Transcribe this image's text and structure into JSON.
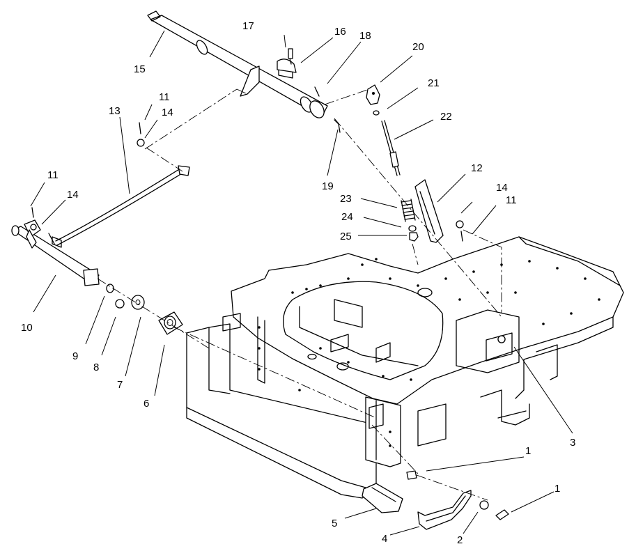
{
  "callouts": [
    {
      "id": "c1a",
      "label": "1"
    },
    {
      "id": "c1b",
      "label": "1"
    },
    {
      "id": "c2",
      "label": "2"
    },
    {
      "id": "c3",
      "label": "3"
    },
    {
      "id": "c4",
      "label": "4"
    },
    {
      "id": "c5",
      "label": "5"
    },
    {
      "id": "c6",
      "label": "6"
    },
    {
      "id": "c7",
      "label": "7"
    },
    {
      "id": "c8",
      "label": "8"
    },
    {
      "id": "c9",
      "label": "9"
    },
    {
      "id": "c10",
      "label": "10"
    },
    {
      "id": "c11a",
      "label": "11"
    },
    {
      "id": "c11b",
      "label": "11"
    },
    {
      "id": "c11c",
      "label": "11"
    },
    {
      "id": "c12",
      "label": "12"
    },
    {
      "id": "c13",
      "label": "13"
    },
    {
      "id": "c14a",
      "label": "14"
    },
    {
      "id": "c14b",
      "label": "14"
    },
    {
      "id": "c14c",
      "label": "14"
    },
    {
      "id": "c15",
      "label": "15"
    },
    {
      "id": "c16",
      "label": "16"
    },
    {
      "id": "c17",
      "label": "17"
    },
    {
      "id": "c18",
      "label": "18"
    },
    {
      "id": "c19",
      "label": "19"
    },
    {
      "id": "c20",
      "label": "20"
    },
    {
      "id": "c21",
      "label": "21"
    },
    {
      "id": "c22",
      "label": "22"
    },
    {
      "id": "c23",
      "label": "23"
    },
    {
      "id": "c24",
      "label": "24"
    },
    {
      "id": "c25",
      "label": "25"
    }
  ]
}
